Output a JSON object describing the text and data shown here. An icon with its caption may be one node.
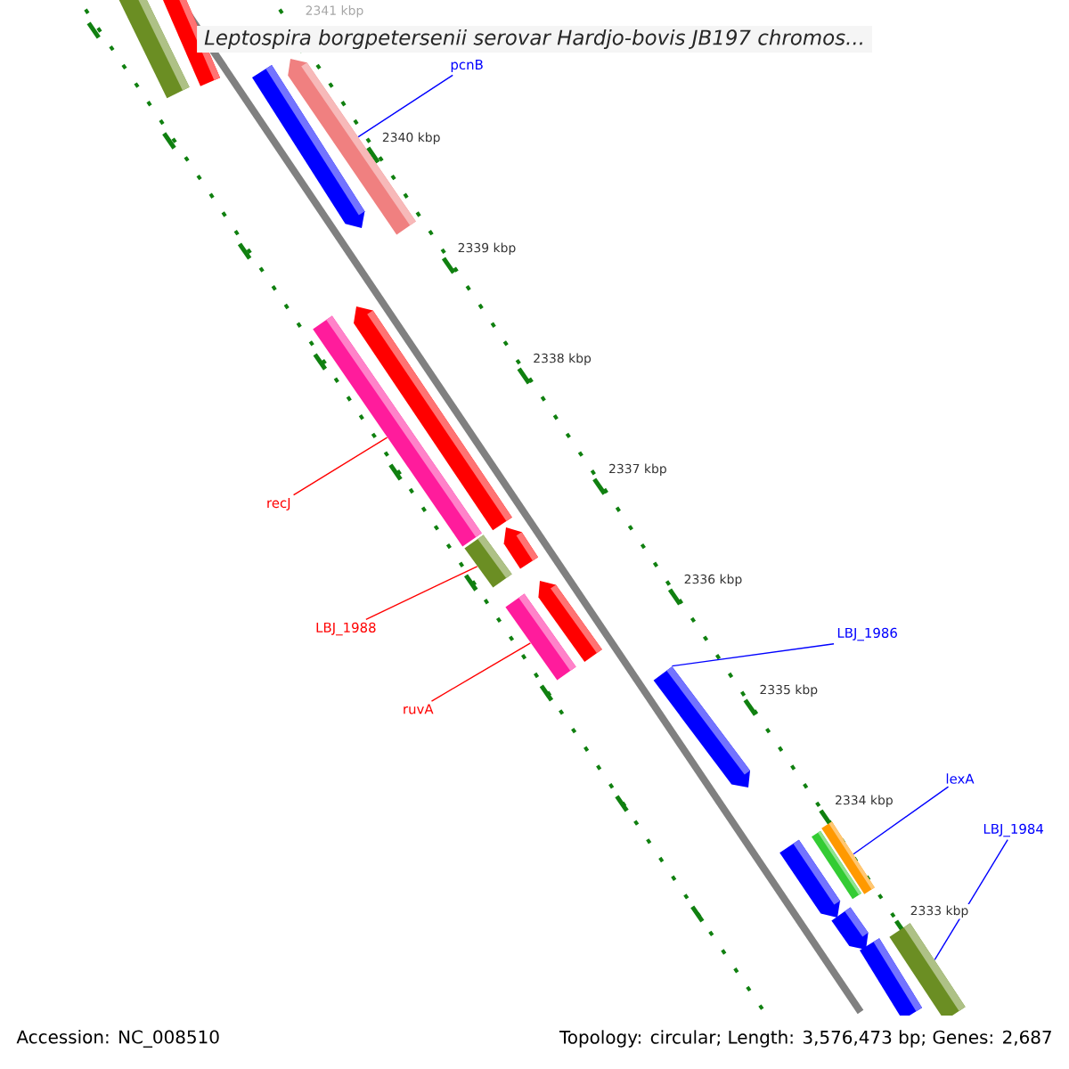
{
  "diagram": {
    "title": "Leptospira borgpetersenii serovar Hardjo-bovis JB197 chromos...",
    "nodes": [
      {
        "text": [],
        "shape": "bar"
      },
      {
        "text": [],
        "shape": "bar"
      },
      {
        "text": [
          "pcnB"
        ]
      },
      {
        "text": [],
        "shape": "bar"
      },
      {
        "text": [],
        "shape": "bar"
      },
      {
        "text": [],
        "shape": "bar"
      },
      {
        "text": [
          "recJ"
        ]
      },
      {
        "text": [],
        "shape": "bar"
      },
      {
        "text": [],
        "shape": "bar"
      },
      {
        "text": [
          "LBJ_1988"
        ]
      },
      {
        "text": [],
        "shape": "bar"
      },
      {
        "text": [],
        "shape": "bar"
      },
      {
        "text": [
          "ruvA"
        ]
      },
      {
        "text": [],
        "shape": "bar"
      },
      {
        "text": [
          "LBJ_1986"
        ]
      },
      {
        "text": [],
        "shape": "bar"
      },
      {
        "text": [
          "lexA"
        ]
      },
      {
        "text": [],
        "shape": "bar"
      },
      {
        "text": [],
        "shape": "bar"
      },
      {
        "text": [
          "LBJ_1984"
        ]
      },
      {
        "text": [],
        "shape": "bar"
      },
      {
        "text": [],
        "shape": "bar"
      },
      {
        "text": [],
        "shape": "bar"
      },
      {
        "text": [],
        "shape": "bar"
      }
    ],
    "edges": [
      {
        "from": 2,
        "to": 4,
        "arrow": "none"
      },
      {
        "from": 6,
        "to": 7,
        "arrow": "none",
        "color": "#ff0000"
      },
      {
        "from": 9,
        "to": 10,
        "arrow": "none",
        "color": "#ff0000"
      },
      {
        "from": 12,
        "to": 13,
        "arrow": "none",
        "color": "#ff0000"
      },
      {
        "from": 14,
        "to": 15,
        "arrow": "none"
      },
      {
        "from": 16,
        "to": 17,
        "arrow": "none"
      },
      {
        "from": 19,
        "to": 23,
        "arrow": "none"
      }
    ],
    "labels": [
      "2341 kbp",
      "2340 kbp",
      "2339 kbp",
      "2338 kbp",
      "2337 kbp",
      "2336 kbp",
      "2335 kbp",
      "2334 kbp",
      "2333 kbp",
      "Accession: NC_008510",
      "Topology: circular; Length: 3,576,473 bp; Genes: 2,687"
    ]
  }
}
